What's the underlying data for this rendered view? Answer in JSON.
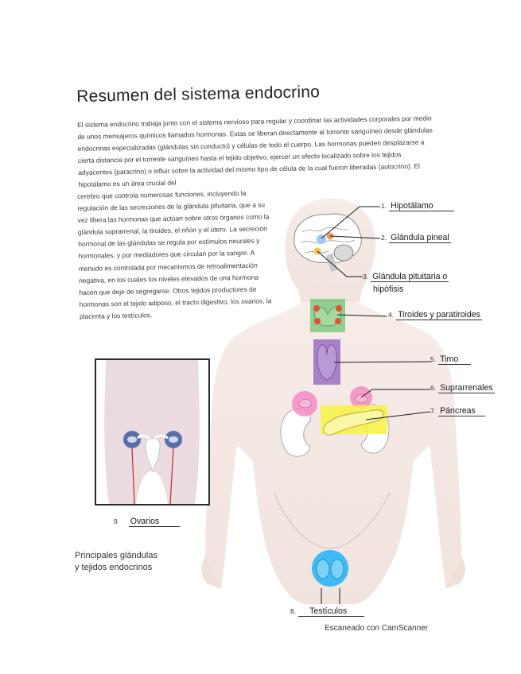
{
  "title": "Resumen del sistema endocrino",
  "intro_paragraph": "El sistema endocrino trabaja junto con el sistema nervioso para regular y coordinar las actividades corporales por medio de unos mensajeros químicos llamados hormonas. Estas se liberan directamente al torrente sanguíneo desde glándulas endocrinas especializadas (glándulas sin conducto) y células de todo el cuerpo. Las hormonas pueden desplazarse a cierta distancia por el torrente sanguíneo hasta el tejido objetivo, ejercer un efecto localizado sobre los tejidos adyacentes (paracrino) o influir sobre la actividad del mismo tipo de célula de la cual fueron liberadas (autocrino). El hipotálamo es un área crucial del",
  "intro_continuation": "cerebro que controla numerosas funciones, incluyendo la regulación de las secreciones de la glándula pituitaria, que a su vez libera las hormonas que actúan sobre otros órganos como la glándula suprarrenal, la tiroides, el riñón y el útero. La secreción hormonal de las glándulas se regula por estímulos neurales y hormonales, y por mediadores que circulan por la sangre. A menudo es controlada por mecanismos de retroalimentación negativa, en los cuales los niveles elevados de una hormona hacen que deje de segregarse. Otros tejidos productores de hormonas son el tejido adiposo, el tracto digestivo, los ovarios, la placenta y los testículos.",
  "labels": [
    {
      "number": "1.",
      "text": "Hipotálamo"
    },
    {
      "number": "2.",
      "text": "Glándula pineal"
    },
    {
      "number": "3.",
      "text": "Glándula pituitaria o",
      "text2": "hipófisis"
    },
    {
      "number": "4.",
      "text": "Tiroides y paratiroides"
    },
    {
      "number": "5.",
      "text": "Timo"
    },
    {
      "number": "6.",
      "text": "Suprarrenales"
    },
    {
      "number": "7.",
      "text": "Páncreas"
    },
    {
      "number": "8.",
      "text": "Testículos"
    },
    {
      "number": "9",
      "text": "Ovarios"
    }
  ],
  "caption_line1": "Principales glándulas",
  "caption_line2": "y tejidos endocrinos",
  "scanner_text": "Escaneado con CamScanner",
  "highlight_colors": {
    "thyroid": "#7fc97f",
    "thymus": "#9b6fc4",
    "adrenal": "#f48bc4",
    "pancreas": "#f7f24a",
    "testes": "#29b6f6"
  }
}
